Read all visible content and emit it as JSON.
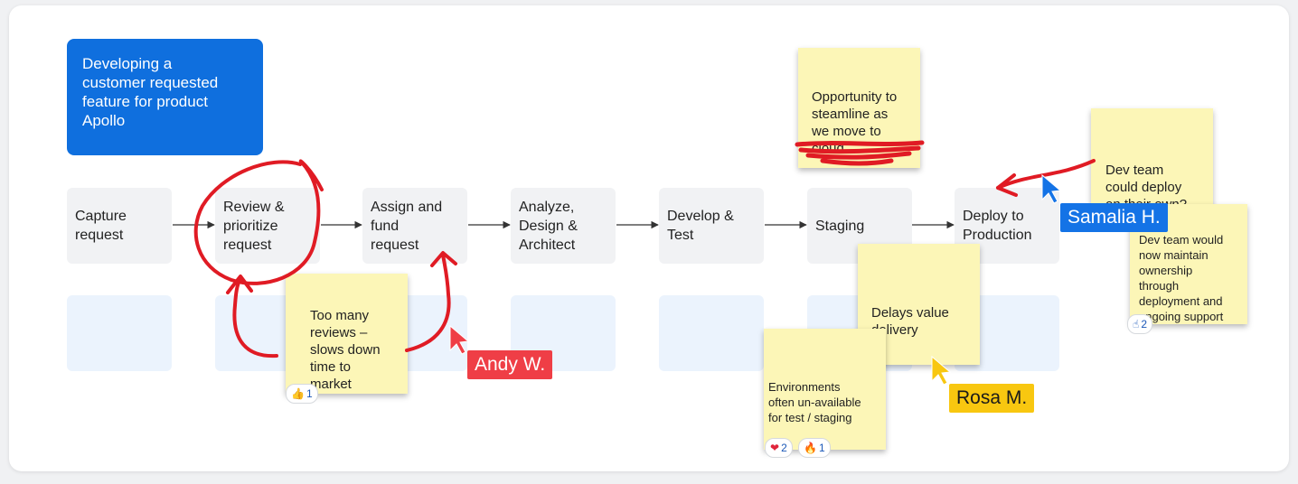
{
  "board": {
    "title": "Developing a\ncustomer requested\nfeature for product\nApollo"
  },
  "steps": [
    {
      "label": "Capture\nrequest"
    },
    {
      "label": "Review &\nprioritize\nrequest"
    },
    {
      "label": "Assign and\nfund\nrequest"
    },
    {
      "label": "Analyze,\nDesign &\nArchitect"
    },
    {
      "label": "Develop &\nTest"
    },
    {
      "label": "Staging"
    },
    {
      "label": "Deploy to\nProduction"
    }
  ],
  "stickies": {
    "too_many_reviews": {
      "text": "Too many\nreviews –\nslows down\ntime to\nmarket",
      "reaction": {
        "emoji": "👍",
        "count": "1"
      }
    },
    "opportunity": {
      "text": "Opportunity to\nsteamline as\nwe move to\ncloud"
    },
    "dev_team": {
      "text": "Dev team\ncould deploy\non their own?"
    },
    "ownership": {
      "text": "Dev team would\nnow maintain\nownership\nthrough\ndeployment and\nongoing support",
      "reaction": {
        "emoji": "☝",
        "count": "2"
      }
    },
    "delays": {
      "text": "Delays value\ndelivery"
    },
    "environments": {
      "text": "Environments\noften un-available\nfor test / staging",
      "reactions": [
        {
          "emoji": "❤",
          "count": "2"
        },
        {
          "emoji": "🔥",
          "count": "1"
        }
      ]
    }
  },
  "cursors": [
    {
      "name": "Andy W.",
      "color": "#ef3e46",
      "text_color": "#ffffff"
    },
    {
      "name": "Samalia H.",
      "color": "#1473e6",
      "text_color": "#ffffff"
    },
    {
      "name": "Rosa M.",
      "color": "#f8c710",
      "text_color": "#1a1a1a"
    }
  ],
  "colors": {
    "accent": "#0f6fde",
    "annotation_red": "#e01b24",
    "sticky": "#fcf6b7"
  }
}
